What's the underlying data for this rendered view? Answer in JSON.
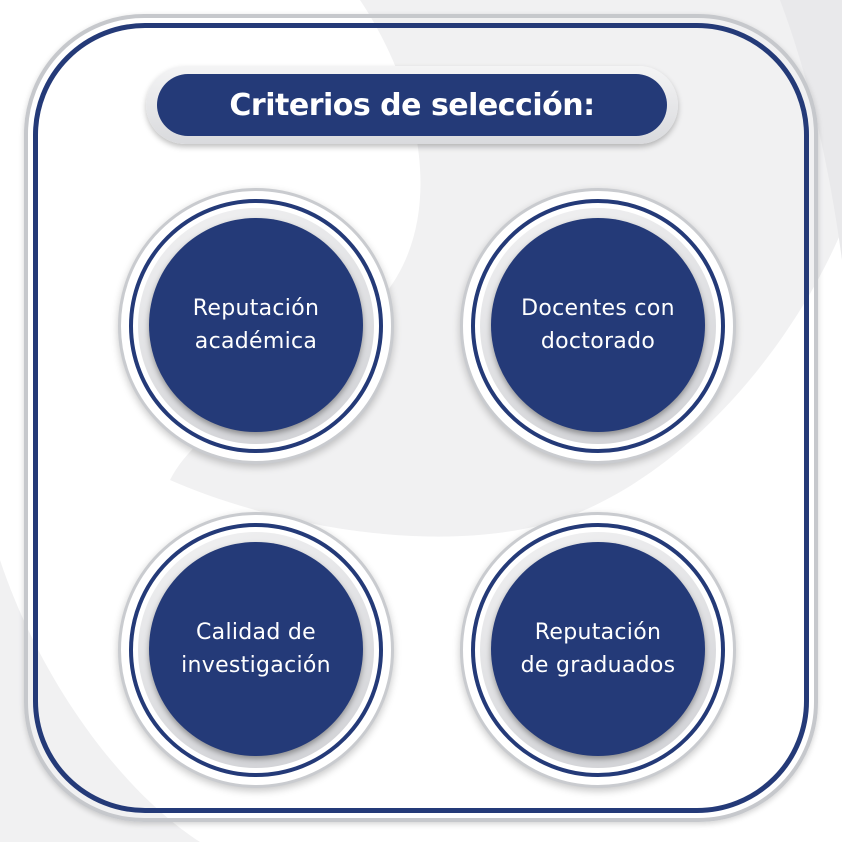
{
  "title": "Criterios de selección:",
  "criteria": [
    {
      "line1": "Reputación",
      "line2": "académica"
    },
    {
      "line1": "Docentes con",
      "line2": "doctorado"
    },
    {
      "line1": "Calidad de",
      "line2": "investigación"
    },
    {
      "line1": "Reputación",
      "line2": "de graduados"
    }
  ],
  "colors": {
    "navy": "#243a78",
    "frame_gray": "#c6c8cc",
    "background": "#ffffff"
  }
}
